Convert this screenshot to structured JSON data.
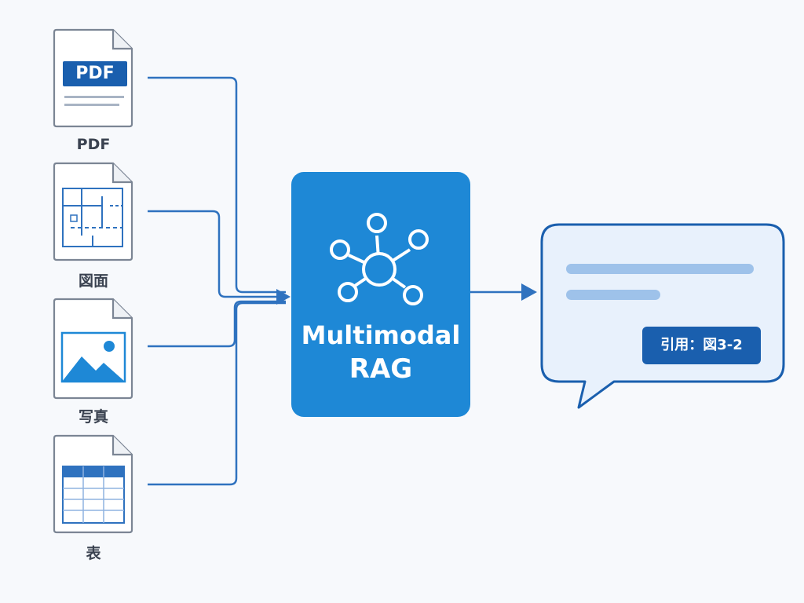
{
  "inputs": {
    "pdf": {
      "label": "PDF",
      "badge": "PDF"
    },
    "drawing": {
      "label": "図面"
    },
    "photo": {
      "label": "写真"
    },
    "table": {
      "label": "表"
    }
  },
  "core": {
    "title_line1": "Multimodal",
    "title_line2": "RAG"
  },
  "output": {
    "citation": "引用：図3-2"
  },
  "colors": {
    "primary": "#1e88d6",
    "dark_blue": "#1a5fae",
    "line_blue": "#2f72bf",
    "bubble_fill": "#e8f1fc",
    "doc_stroke": "#7b8594"
  }
}
